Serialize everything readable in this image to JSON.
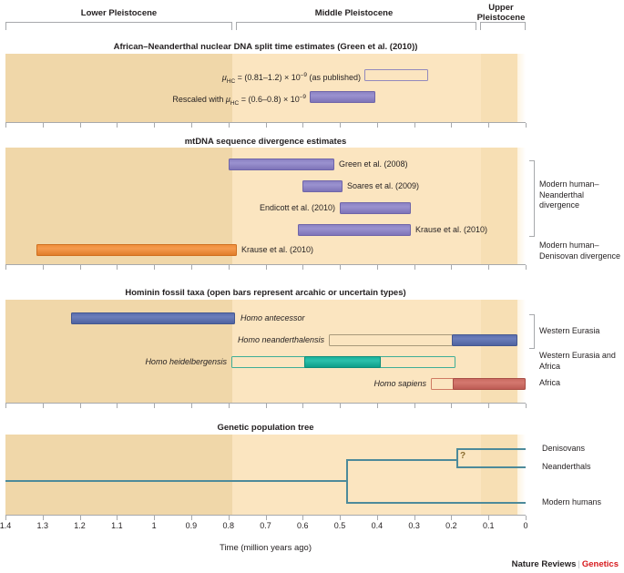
{
  "axis": {
    "title": "Time (million years ago)",
    "tick_labels": [
      "1.4",
      "1.3",
      "1.2",
      "1.1",
      "1",
      "0.9",
      "0.8",
      "0.7",
      "0.6",
      "0.5",
      "0.4",
      "0.3",
      "0.2",
      "0.1",
      "0"
    ],
    "tick_values": [
      1.4,
      1.3,
      1.2,
      1.1,
      1.0,
      0.9,
      0.8,
      0.7,
      0.6,
      0.5,
      0.4,
      0.3,
      0.2,
      0.1,
      0.0
    ],
    "range_ma": [
      1.4,
      0.0
    ],
    "direction": "reversed"
  },
  "epochs": [
    {
      "name": "Lower Pleistocene",
      "start_ma": 1.4,
      "end_ma": 0.79
    },
    {
      "name": "Middle Pleistocene",
      "start_ma": 0.79,
      "end_ma": 0.13
    },
    {
      "name": "Upper Pleistocene",
      "start_ma": 0.13,
      "end_ma": 0.0
    }
  ],
  "panels": [
    {
      "id": "nuclear-dna-split",
      "title": "African–Neanderthal nuclear DNA split time estimates (Green et al. (2010))",
      "rows": [
        {
          "label_html": "μ<sub>HC</sub> = (0.81–1.2) × 10<sup>–9</sup> (as published)",
          "label_side": "left",
          "style": "open",
          "color": "#9289bd",
          "start_ma": 0.435,
          "end_ma": 0.265
        },
        {
          "label_html": "Rescaled with μ<sub>HC</sub> = (0.6–0.8) × 10<sup>–9</sup>",
          "label_side": "left",
          "style": "filled",
          "color": "#8b82c4",
          "start_ma": 0.583,
          "end_ma": 0.407
        }
      ]
    },
    {
      "id": "mtdna-divergence",
      "title": "mtDNA sequence divergence estimates",
      "rows": [
        {
          "label": "Green et al. (2008)",
          "label_side": "right",
          "style": "filled",
          "color": "#8b82c4",
          "start_ma": 0.804,
          "end_ma": 0.522
        },
        {
          "label": "Soares et al. (2009)",
          "label_side": "right",
          "style": "filled",
          "color": "#8b82c4",
          "start_ma": 0.606,
          "end_ma": 0.5
        },
        {
          "label": "Endicott et al. (2010)",
          "label_side": "left",
          "style": "filled",
          "color": "#8b82c4",
          "start_ma": 0.505,
          "end_ma": 0.316
        },
        {
          "label": "Krause et al. (2010)",
          "label_side": "right",
          "style": "filled",
          "color": "#8b82c4",
          "start_ma": 0.618,
          "end_ma": 0.316
        },
        {
          "label": "Krause et al. (2010)",
          "label_side": "right",
          "style": "filled",
          "color": "#ef8f3c",
          "start_ma": 1.316,
          "end_ma": 0.791
        }
      ],
      "group_brackets": [
        {
          "label": "Modern human–\nNeanderthal\ndivergence",
          "from_row": 0,
          "to_row": 3
        },
        {
          "label": "Modern human–\nDenisovan divergence",
          "from_row": 4,
          "to_row": 4
        }
      ]
    },
    {
      "id": "hominin-fossil-taxa",
      "title": "Hominin fossil taxa (open bars represent arcahic or uncertain types)",
      "rows": [
        {
          "label": "Homo antecessor",
          "italic": true,
          "label_side": "right",
          "style": "filled",
          "color": "#5b6fae",
          "start_ma": 1.223,
          "end_ma": 0.788
        },
        {
          "label": "Homo neanderthalensis",
          "italic": true,
          "label_side": "left",
          "style": "split",
          "color": "#5b6fae",
          "open_color": "#a8997a",
          "start_ma": 0.527,
          "split_ma": 0.196,
          "end_ma": 0.025
        },
        {
          "label": "Homo heidelbergensis",
          "italic": true,
          "label_side": "left",
          "style": "open-inner",
          "color": "#19b39c",
          "open_color": "#3fae97",
          "start_ma": 0.778,
          "inner_start_ma": 0.582,
          "inner_end_ma": 0.381,
          "end_ma": 0.177
        },
        {
          "label": "Homo sapiens",
          "italic": true,
          "label_side": "left",
          "style": "split",
          "color": "#c96a62",
          "open_color": "#cf7a63",
          "start_ma": 0.255,
          "split_ma": 0.196,
          "end_ma": 0.0
        }
      ],
      "group_brackets": [
        {
          "label": "Western Eurasia",
          "from_row": 0,
          "to_row": 1
        },
        {
          "label": "Western Eurasia and\nAfrica",
          "from_row": 2,
          "to_row": 2
        },
        {
          "label": "Africa",
          "from_row": 3,
          "to_row": 3
        }
      ]
    },
    {
      "id": "genetic-population-tree",
      "title": "Genetic population tree",
      "tree": {
        "root_split_ma": 0.496,
        "archaic_split_ma": 0.2,
        "question_mark": "?",
        "tips": [
          {
            "label": "Denisovans",
            "branch_from_ma": 0.2
          },
          {
            "label": "Neanderthals",
            "branch_from_ma": 0.2
          },
          {
            "label": "Modern humans",
            "branch_from_ma": 0.496
          }
        ]
      }
    }
  ],
  "footer": {
    "publisher": "Nature Reviews",
    "separator": "|",
    "journal": "Genetics"
  },
  "colors": {
    "band_lower": "#f0d7a9",
    "band_middle": "#fbe5c0",
    "band_upper": "#f7dfb4",
    "purple": "#8b82c4",
    "orange": "#ef8f3c",
    "blue": "#5b6fae",
    "teal": "#19b39c",
    "red": "#c96a62",
    "tree_line": "#4d8a9a",
    "brand_red": "#d7191c"
  }
}
